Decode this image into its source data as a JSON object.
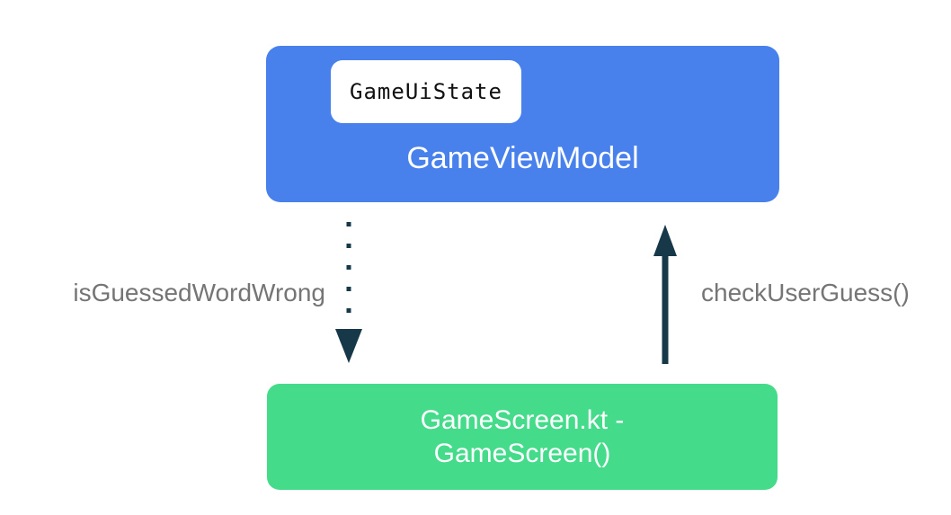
{
  "page": {
    "background_color": "#ffffff"
  },
  "viewmodel_box": {
    "chip_label": "GameUiState",
    "title": "GameViewModel",
    "bg_color": "#4880EC",
    "chip_bg_color": "#ffffff",
    "chip_text_color": "#111111",
    "title_color": "#ffffff"
  },
  "screen_box": {
    "title_line1": "GameScreen.kt -",
    "title_line2": "GameScreen()",
    "bg_color": "#44DB8B",
    "text_color": "#ffffff"
  },
  "connectors": {
    "down_arrow_label": "isGuessedWordWrong",
    "up_arrow_label": "checkUserGuess()",
    "down_arrow_style": "dotted",
    "up_arrow_style": "solid",
    "arrow_color": "#163849",
    "label_color": "#757575"
  }
}
